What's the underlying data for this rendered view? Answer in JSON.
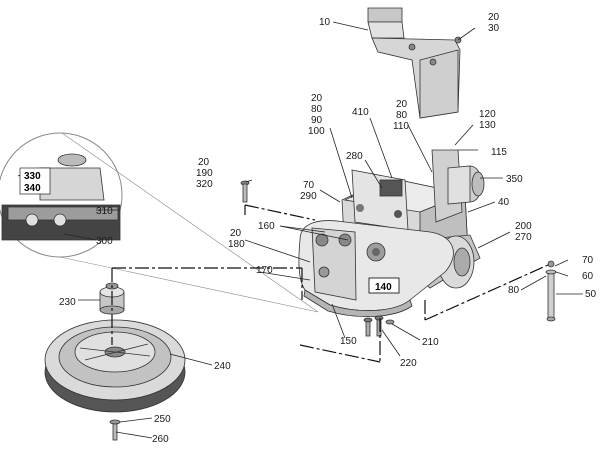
{
  "diagram": {
    "labels": {
      "l10": "10",
      "l20_30": [
        "20",
        "30"
      ],
      "l20_80_90_100": [
        "20",
        "80",
        "90",
        "100"
      ],
      "l410": "410",
      "l20_80_110": [
        "20",
        "80",
        "110"
      ],
      "l120_130": [
        "120",
        "130"
      ],
      "l115": "115",
      "l280": "280",
      "l350": "350",
      "l20_190_320": [
        "20",
        "190",
        "320"
      ],
      "l70_290": [
        "70",
        "290"
      ],
      "l40": "40",
      "l200_270": [
        "200",
        "270"
      ],
      "l160": "160",
      "l20_180": [
        "20",
        "180"
      ],
      "l170": "170",
      "l70b": "70",
      "l60": "60",
      "l80b": "80",
      "l50": "50",
      "l140": "140",
      "l150": "150",
      "l210": "210",
      "l220": "220",
      "l230": "230",
      "l240": "240",
      "l250": "250",
      "l260": "260",
      "l330": "330",
      "l340": "340",
      "l310": "310",
      "l300": "300"
    },
    "colors": {
      "part_fill": "#d9d9d9",
      "part_dark": "#9a9a9a",
      "line": "#222222"
    }
  }
}
